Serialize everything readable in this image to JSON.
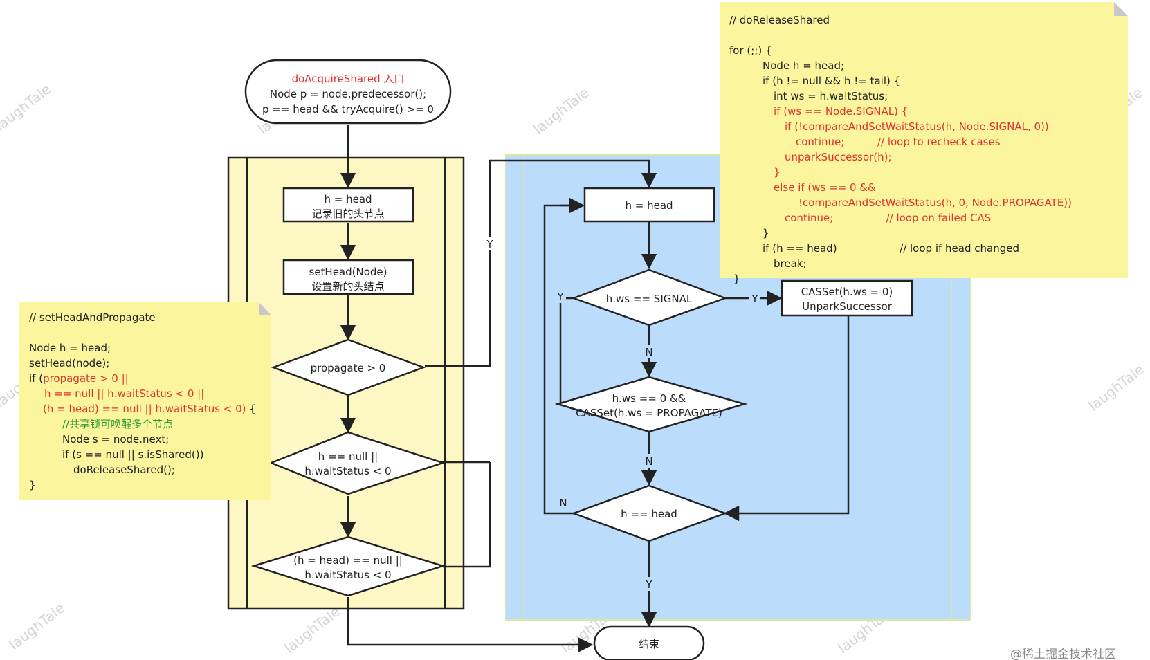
{
  "watermark": "laughTale",
  "credit": "@稀土掘金技术社区",
  "start_node": {
    "title": "doAcquireShared 入口",
    "line1": "Node p = node.predecessor();",
    "line2": "p == head && tryAcquire() >= 0"
  },
  "left_flow": {
    "box1": {
      "line1": "h = head",
      "line2": "记录旧的头节点"
    },
    "box2": {
      "line1": "setHead(Node)",
      "line2": "设置新的头结点"
    },
    "d1": "propagate > 0",
    "d2": {
      "line1": "h == null ||",
      "line2": "h.waitStatus < 0"
    },
    "d3": {
      "line1": "(h = head) == null ||",
      "line2": "h.waitStatus < 0"
    }
  },
  "right_flow": {
    "box_head": "h = head",
    "d_signal": "h.ws == SIGNAL",
    "box_cas": {
      "line1": "CASSet(h.ws = 0)",
      "line2": "UnparkSuccessor"
    },
    "d_zero": {
      "line1": "h.ws == 0 &&",
      "line2": "CASSet(h.ws = PROPAGATE)"
    },
    "d_headeq": "h == head"
  },
  "end_node": "结束",
  "edge_labels": {
    "y": "Y",
    "n": "N"
  },
  "note_left": {
    "lines": [
      {
        "text": "// setHeadAndPropagate",
        "color": "normal"
      },
      {
        "text": "",
        "color": "normal"
      },
      {
        "text": "Node h = head;",
        "color": "normal"
      },
      {
        "text": "setHead(node);",
        "color": "normal"
      },
      {
        "text": "if (",
        "color": "normal",
        "red_tail": "propagate > 0 ||"
      },
      {
        "text": "h == null || h.waitStatus < 0 ||",
        "color": "red"
      },
      {
        "text": "(h = head) == null || h.waitStatus < 0)",
        "color": "red",
        "normal_tail": " {"
      },
      {
        "text": "//共享锁可唤醒多个节点",
        "color": "green"
      },
      {
        "text": "Node s = node.next;",
        "color": "normal"
      },
      {
        "text": "if (s == null || s.isShared())",
        "color": "normal"
      },
      {
        "text": "doReleaseShared();",
        "color": "normal"
      },
      {
        "text": "}",
        "color": "normal"
      }
    ]
  },
  "note_right": {
    "lines": [
      {
        "text": "// doReleaseShared",
        "color": "normal"
      },
      {
        "text": "",
        "color": "normal"
      },
      {
        "text": "for (;;) {",
        "color": "normal"
      },
      {
        "text": "Node h = head;",
        "color": "normal"
      },
      {
        "text": "if (h != null && h != tail) {",
        "color": "normal"
      },
      {
        "text": "int ws = h.waitStatus;",
        "color": "normal"
      },
      {
        "text": "if (ws == Node.SIGNAL) {",
        "color": "red"
      },
      {
        "text": "if (!compareAndSetWaitStatus(h, Node.SIGNAL, 0))",
        "color": "red"
      },
      {
        "text": "continue;          // loop to recheck cases",
        "color": "red"
      },
      {
        "text": "unparkSuccessor(h);",
        "color": "red"
      },
      {
        "text": "}",
        "color": "red"
      },
      {
        "text": "else if (ws == 0 &&",
        "color": "red"
      },
      {
        "text": "!compareAndSetWaitStatus(h, 0, Node.PROPAGATE))",
        "color": "red"
      },
      {
        "text": "continue;                // loop on failed CAS",
        "color": "red"
      },
      {
        "text": "}",
        "color": "normal"
      },
      {
        "text": "if (h == head)                   // loop if head changed",
        "color": "normal"
      },
      {
        "text": "break;",
        "color": "normal"
      },
      {
        "text": "}",
        "color": "normal"
      }
    ]
  },
  "colors": {
    "note_bg": "#fbf59d",
    "left_panel_bg": "#fdf7c4",
    "right_panel_bg": "#bcdcfb",
    "red_text": "#e0332d",
    "green_text": "#2e9a36",
    "line": "#222222"
  }
}
